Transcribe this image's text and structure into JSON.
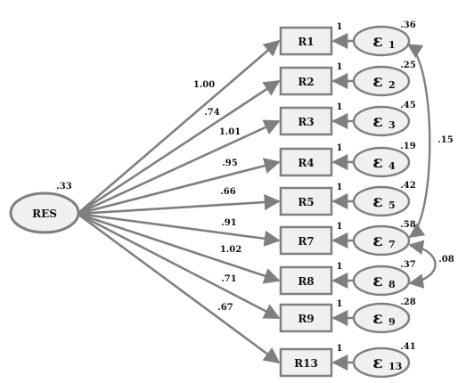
{
  "latent": {
    "label": "RES",
    "variance": ".33"
  },
  "indicators": [
    {
      "name": "R1",
      "loading": "1.00",
      "error_symbol": "ε",
      "error_index": "1",
      "error_variance": ".36",
      "error_path": "1"
    },
    {
      "name": "R2",
      "loading": ".74",
      "error_symbol": "ε",
      "error_index": "2",
      "error_variance": ".25",
      "error_path": "1"
    },
    {
      "name": "R3",
      "loading": "1.01",
      "error_symbol": "ε",
      "error_index": "3",
      "error_variance": ".45",
      "error_path": "1"
    },
    {
      "name": "R4",
      "loading": ".95",
      "error_symbol": "ε",
      "error_index": "4",
      "error_variance": ".19",
      "error_path": "1"
    },
    {
      "name": "R5",
      "loading": ".66",
      "error_symbol": "ε",
      "error_index": "5",
      "error_variance": ".42",
      "error_path": "1"
    },
    {
      "name": "R7",
      "loading": ".91",
      "error_symbol": "ε",
      "error_index": "7",
      "error_variance": ".58",
      "error_path": "1"
    },
    {
      "name": "R8",
      "loading": "1.02",
      "error_symbol": "ε",
      "error_index": "8",
      "error_variance": ".37",
      "error_path": "1"
    },
    {
      "name": "R9",
      "loading": ".71",
      "error_symbol": "ε",
      "error_index": "9",
      "error_variance": ".28",
      "error_path": "1"
    },
    {
      "name": "R13",
      "loading": ".67",
      "error_symbol": "ε",
      "error_index": "13",
      "error_variance": ".41",
      "error_path": "1"
    }
  ],
  "covariances": [
    {
      "from_index": "1",
      "to_index": "7",
      "value": ".15"
    },
    {
      "from_index": "7",
      "to_index": "8",
      "value": ".08"
    }
  ],
  "colors": {
    "stroke": "#7f7f7f",
    "fill": "#f0f0f0",
    "text": "#111111"
  }
}
